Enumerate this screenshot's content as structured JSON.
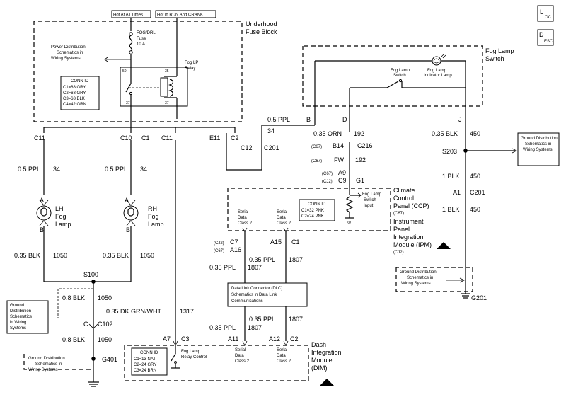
{
  "header": {
    "hot_at_all_times": "Hot At All Times",
    "hot_in_run": "Hot in RUN And CRANK"
  },
  "corner_icons": [
    "L",
    "OC",
    "D",
    "ESC"
  ],
  "underhood": {
    "title_line1": "Underhood",
    "title_line2": "Fuse Block",
    "fuse_line1": "FOG/DRL",
    "fuse_line2": "Fuse",
    "fuse_line3": "10 A",
    "power_dist_line1": "Power Distribution",
    "power_dist_line2": "Schematics in",
    "power_dist_line3": "Wiring Systems",
    "relay_line1": "Fog LP",
    "relay_line2": "Relay",
    "relay_pins": [
      "50",
      "35",
      "37",
      "37"
    ],
    "conn_title": "CONN ID",
    "conn_lines": [
      "C1=68 GRY",
      "C2=68 GRY",
      "C3=68 BLK",
      "C4=42 GRN"
    ]
  },
  "fog_switch": {
    "title_line1": "Fog Lamp",
    "title_line2": "Switch",
    "switch_line1": "Fog Lamp",
    "switch_line2": "Switch",
    "indicator_line1": "Fog Lamp",
    "indicator_line2": "Indicator Lamp",
    "pins": [
      "B",
      "D",
      "J"
    ]
  },
  "connectors": {
    "c11_a": "C11",
    "c10": "C10",
    "c1_top": "C1",
    "c11_b": "C11",
    "e11": "E11",
    "c2_top": "C2",
    "c12": "C12",
    "c201_mid": "C201",
    "b14": "B14",
    "c216": "C216",
    "c67_a": "(C67)",
    "c67_b": "(C67)",
    "cj2_a": "(CJ2)",
    "a9": "A9",
    "c9": "C9",
    "g1": "G1",
    "c7": "C7",
    "a16": "A16",
    "a15": "A15",
    "c1_mid": "C1",
    "cj2_b": "(CJ2)",
    "c67_c": "(C67)",
    "a1": "A1",
    "c201_right": "C201",
    "s203": "S203",
    "s100": "S100",
    "c_lbl": "C",
    "c102": "C102",
    "g401": "G401",
    "g201": "G201",
    "a7": "A7",
    "c3": "C3",
    "a11": "A11",
    "a12": "A12",
    "c2_bot": "C2"
  },
  "wires": {
    "ppl_05_top": "0.5 PPL",
    "w34_top": "34",
    "orn": "0.35 ORN",
    "w192_a": "192",
    "fw": "FW",
    "w192_b": "192",
    "blk_035_right": "0.35 BLK",
    "w450_a": "450",
    "blk1_a": "1 BLK",
    "w450_b": "450",
    "blk1_b": "1 BLK",
    "w450_c": "450",
    "ppl_05_lh": "0.5 PPL",
    "w34_lh": "34",
    "ppl_05_rh": "0.5 PPL",
    "w34_rh": "34",
    "blk_035_lh": "0.35 BLK",
    "w1050_lh": "1050",
    "blk_035_rh": "0.35 BLK",
    "w1050_rh": "1050",
    "blk_08_a": "0.8 BLK",
    "w1050_a": "1050",
    "blk_08_b": "0.8 BLK",
    "w1050_b": "1050",
    "grn_wht": "0.35 DK GRN/WHT",
    "w1317": "1317",
    "ppl_035_a": "0.35 PPL",
    "w1807_a": "1807",
    "ppl_035_b": "0.35 PPL",
    "w1807_b": "1807",
    "ppl_035_c": "0.35 PPL",
    "w1807_c": "1807",
    "ppl_035_d": "0.35 PPL",
    "w1807_d": "1807"
  },
  "lamps": {
    "lh_a": "A",
    "lh_b": "B",
    "lh_line1": "LH",
    "lh_line2": "Fog",
    "lh_line3": "Lamp",
    "rh_a": "A",
    "rh_b": "B",
    "rh_line1": "RH",
    "rh_line2": "Fog",
    "rh_line3": "Lamp"
  },
  "ccp": {
    "line1": "Climate",
    "line2": "Control",
    "line3": "Panel (CCP)",
    "line4": "(C67)",
    "ipm_line1": "Instrument",
    "ipm_line2": "Panel",
    "ipm_line3": "Integration",
    "ipm_line4": "Module (IPM)",
    "ipm_line5": "(CJ2)",
    "conn_title": "CONN ID",
    "conn_lines": [
      "C1=32 PNK",
      "C2=24 PNK"
    ],
    "switch_input_line1": "Fog Lamp",
    "switch_input_line2": "Switch",
    "switch_input_line3": "Input",
    "serial_a": [
      "Serial",
      "Data",
      "Class 2"
    ],
    "serial_b": [
      "Serial",
      "Data",
      "Class 2"
    ],
    "five_v": "5V"
  },
  "dlc": {
    "line1": "Data Link Connector (DLC)",
    "line2": "Schematics in Data Link",
    "line3": "Communications"
  },
  "dim": {
    "line1": "Dash",
    "line2": "Integration",
    "line3": "Module",
    "line4": "(DIM)",
    "conn_title": "CONN ID",
    "conn_lines": [
      "C1=13 NAT",
      "C2=24 GRY",
      "C3=24 BRN"
    ],
    "relay_ctrl_line1": "Fog Lamp",
    "relay_ctrl_line2": "Relay Control",
    "serial_a": [
      "Serial",
      "Data",
      "Class 2"
    ],
    "serial_b": [
      "Serial",
      "Data",
      "Class 2"
    ]
  },
  "ground_refs": {
    "right": [
      "Ground Distribution",
      "Schematics in",
      "Wiring Systems"
    ],
    "g201_box": [
      "Ground Distribution",
      "Schematics in",
      "Wiring Systems"
    ],
    "left": [
      "Ground",
      "Distribution",
      "Schematics",
      "in Wiring",
      "Systems"
    ],
    "bottom": [
      "Ground Distribution",
      "Schematics in",
      "Wiring Systems"
    ]
  }
}
